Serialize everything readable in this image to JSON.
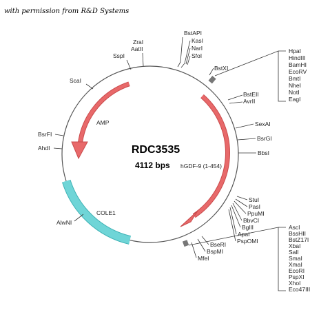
{
  "credit": "with permission from R&D Systems",
  "plasmid": {
    "name": "RDC3535",
    "size": "4112 bps",
    "insert": "hGDF-9 (1-454)"
  },
  "features": {
    "amp": "AMP",
    "cole1": "COLE1"
  },
  "colors": {
    "backbone": "#555555",
    "arrow_red": "#e8696a",
    "arrow_red_stroke": "#c94a4b",
    "origin_teal": "#6fd5d7",
    "origin_stroke": "#3fb2b5",
    "marker_gray": "#777777"
  },
  "sites": {
    "SspI": "SspI",
    "ZraI": "ZraI",
    "AatII": "AatII",
    "BstAPI": "BstAPI",
    "KasI": "KasI",
    "NarI": "NarI",
    "SfoI": "SfoI",
    "BstXI": "BstXI",
    "ScaI": "ScaI",
    "BstEII": "BstEII",
    "AvrII": "AvrII",
    "SexAI": "SexAI",
    "BsrGI": "BsrGI",
    "BbsI": "BbsI",
    "BsrFI": "BsrFI",
    "AhdI": "AhdI",
    "AlwNI": "AlwNI",
    "StuI": "StuI",
    "PasI": "PasI",
    "PpuMI": "PpuMI",
    "BbvCI": "BbvCI",
    "BglII": "BglII",
    "ApaI": "ApaI",
    "PspOMI": "PspOMI",
    "BseRI": "BseRI",
    "BspMI": "BspMI",
    "MfeI": "MfeI"
  },
  "mcs_top": [
    "HpaI",
    "HindIII",
    "BamHI",
    "EcoRV",
    "BmtI",
    "NheI",
    "NotI",
    "EagI"
  ],
  "mcs_bottom": [
    "AscI",
    "BssHII",
    "BstZ17I",
    "XbaI",
    "SalI",
    "SmaI",
    "XmaI",
    "EcoRI",
    "PspXI",
    "XhoI",
    "Eco47III"
  ]
}
